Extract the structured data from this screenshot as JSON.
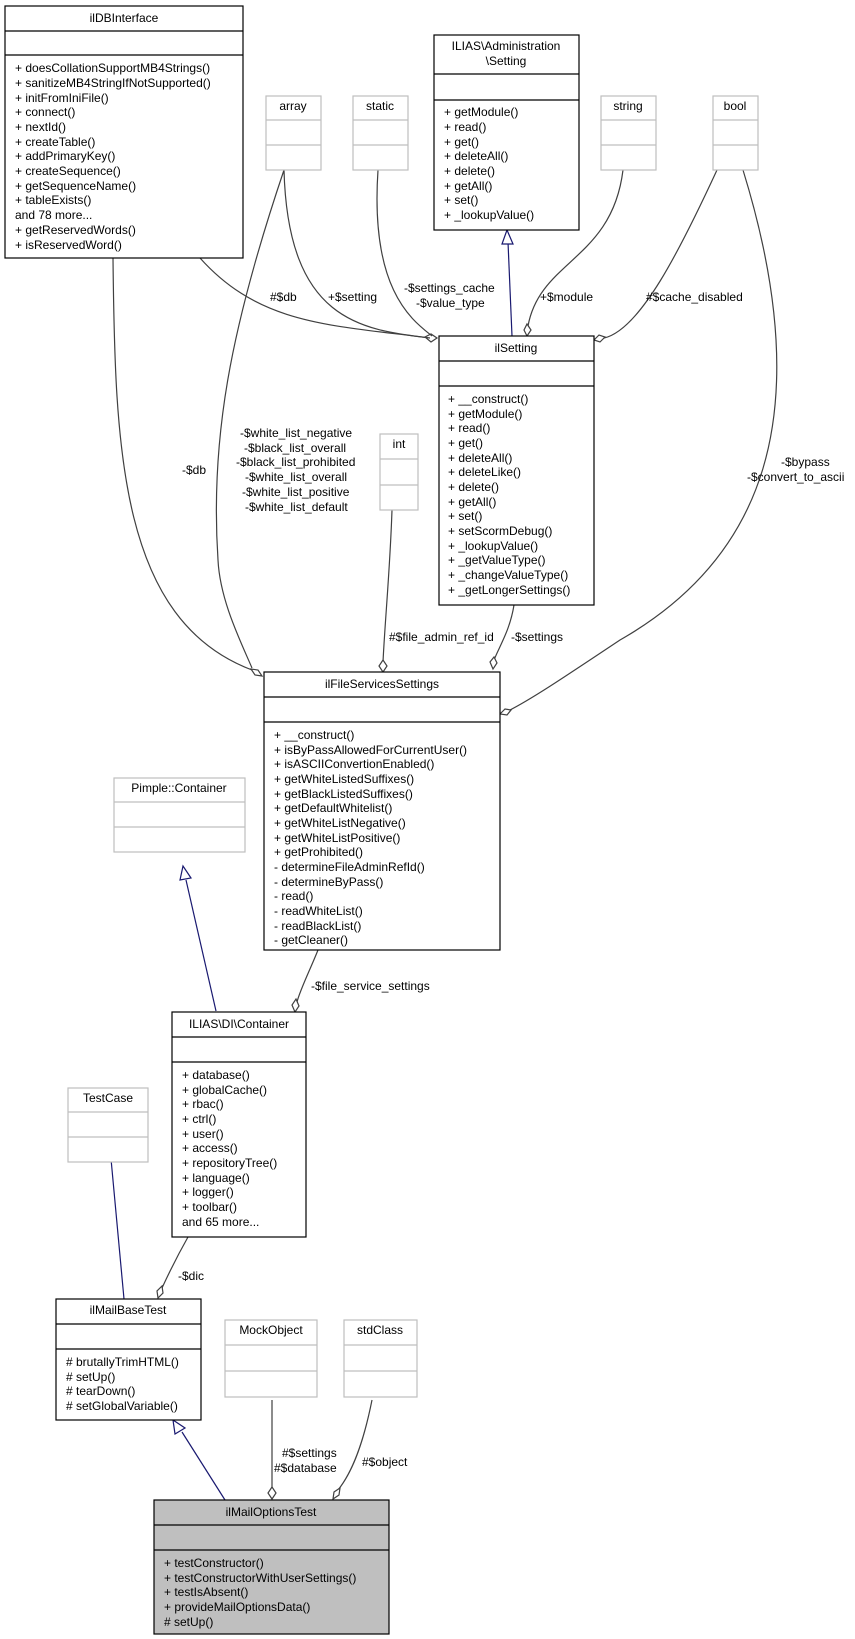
{
  "classes": {
    "ildbinterface": {
      "name": "ilDBInterface",
      "members": [
        "+ doesCollationSupportMB4Strings()",
        "+ sanitizeMB4StringIfNotSupported()",
        "+ initFromIniFile()",
        "+ connect()",
        "+ nextId()",
        "+ createTable()",
        "+ addPrimaryKey()",
        "+ createSequence()",
        "+ getSequenceName()",
        "+ tableExists()",
        "and 78 more...",
        "+ getReservedWords()",
        "+ isReservedWord()"
      ]
    },
    "setting_interface": {
      "name_line1": "ILIAS\\Administration",
      "name_line2": "\\Setting",
      "members": [
        "+ getModule()",
        "+ read()",
        "+ get()",
        "+ deleteAll()",
        "+ delete()",
        "+ getAll()",
        "+ set()",
        "+ _lookupValue()"
      ]
    },
    "array": {
      "name": "array"
    },
    "static": {
      "name": "static"
    },
    "string": {
      "name": "string"
    },
    "bool": {
      "name": "bool"
    },
    "int": {
      "name": "int"
    },
    "ilsetting": {
      "name": "ilSetting",
      "members": [
        "+ __construct()",
        "+ getModule()",
        "+ read()",
        "+ get()",
        "+ deleteAll()",
        "+ deleteLike()",
        "+ delete()",
        "+ getAll()",
        "+ set()",
        "+ setScormDebug()",
        "+ _lookupValue()",
        "+ _getValueType()",
        "+ _changeValueType()",
        "+ _getLongerSettings()"
      ]
    },
    "ilfileservicessettings": {
      "name": "ilFileServicesSettings",
      "members": [
        "+ __construct()",
        "+ isByPassAllowedForCurrentUser()",
        "+ isASCIIConvertionEnabled()",
        "+ getWhiteListedSuffixes()",
        "+ getBlackListedSuffixes()",
        "+ getDefaultWhitelist()",
        "+ getWhiteListNegative()",
        "+ getWhiteListPositive()",
        "+ getProhibited()",
        "- determineFileAdminRefId()",
        "- determineByPass()",
        "- read()",
        "- readWhiteList()",
        "- readBlackList()",
        "- getCleaner()"
      ]
    },
    "pimple": {
      "name": "Pimple::Container"
    },
    "di_container": {
      "name": "ILIAS\\DI\\Container",
      "members": [
        "+ database()",
        "+ globalCache()",
        "+ rbac()",
        "+ ctrl()",
        "+ user()",
        "+ access()",
        "+ repositoryTree()",
        "+ language()",
        "+ logger()",
        "+ toolbar()",
        "and 65 more..."
      ]
    },
    "testcase": {
      "name": "TestCase"
    },
    "ilmailbasetest": {
      "name": "ilMailBaseTest",
      "members": [
        "# brutallyTrimHTML()",
        "# setUp()",
        "# tearDown()",
        "# setGlobalVariable()"
      ]
    },
    "mockobject": {
      "name": "MockObject"
    },
    "stdclass": {
      "name": "stdClass"
    },
    "ilmailoptionstest": {
      "name": "ilMailOptionsTest",
      "members": [
        "+ testConstructor()",
        "+ testConstructorWithUserSettings()",
        "+ testIsAbsent()",
        "+ provideMailOptionsData()",
        "# setUp()"
      ]
    }
  },
  "edge_labels": {
    "db_setting": "#$db",
    "setting_array": "+$setting",
    "settings_cache": "-$settings_cache",
    "value_type": "-$value_type",
    "module": "+$module",
    "cache_disabled": "#$cache_disabled",
    "db_file": "-$db",
    "white_list": [
      "-$white_list_negative",
      "-$black_list_overall",
      "-$black_list_prohibited",
      "-$white_list_overall",
      "-$white_list_positive",
      "-$white_list_default"
    ],
    "bypass": [
      "-$bypass",
      "-$convert_to_ascii"
    ],
    "file_admin_ref_id": "#$file_admin_ref_id",
    "settings": "-$settings",
    "file_service_settings": "-$file_service_settings",
    "dic": "-$dic",
    "mock_settings": [
      "#$settings",
      "#$database"
    ],
    "object": "#$object"
  }
}
